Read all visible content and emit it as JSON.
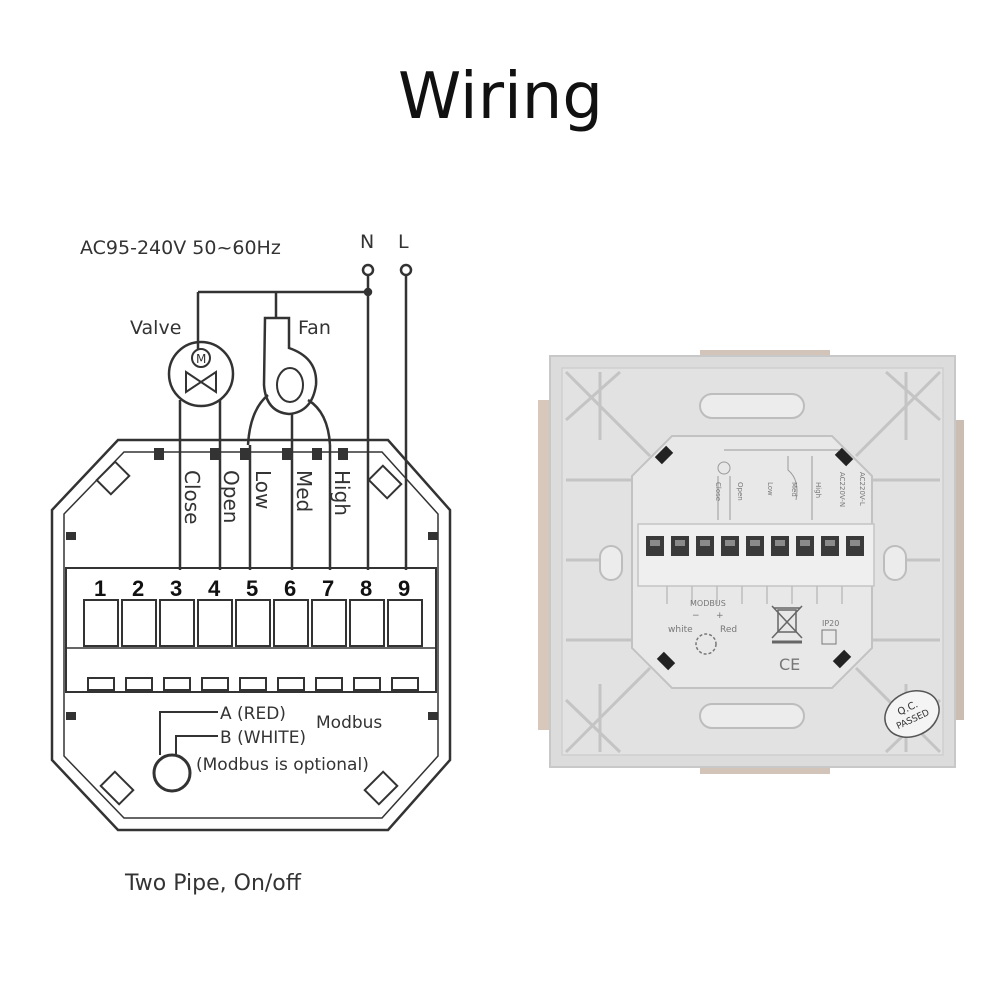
{
  "title": "Wiring",
  "diagram": {
    "power_spec": "AC95-240V  50~60Hz",
    "neutral_label": "N",
    "live_label": "L",
    "valve_label": "Valve",
    "valve_symbol": "M",
    "fan_label": "Fan",
    "wire_labels": [
      "Close",
      "Open",
      "Low",
      "Med",
      "High"
    ],
    "terminals": [
      "1",
      "2",
      "3",
      "4",
      "5",
      "6",
      "7",
      "8",
      "9"
    ],
    "modbus_a": "A (RED)",
    "modbus_b": "B (WHITE)",
    "modbus_label": "Modbus",
    "modbus_note": "(Modbus is optional)",
    "caption": "Two Pipe, On/off"
  },
  "back_panel": {
    "modbus_label": "MODBUS",
    "minus_sign": "−",
    "plus_sign": "+",
    "white_label": "white",
    "red_label": "Red",
    "ip_label": "IP20",
    "ce_mark": "CE",
    "qc_line1": "Q.C.",
    "qc_line2": "PASSED",
    "mini_labels": [
      "Close",
      "Open",
      "Low",
      "Med",
      "High",
      "AC220V-N",
      "AC220V-L"
    ]
  }
}
